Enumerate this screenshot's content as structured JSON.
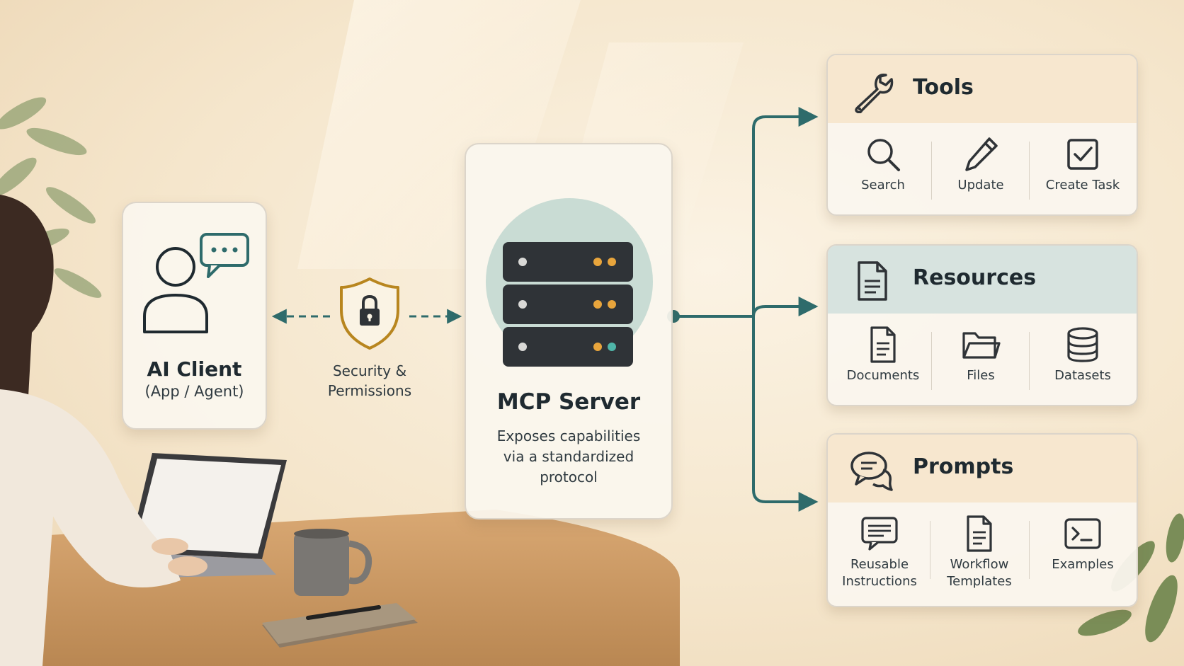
{
  "client": {
    "title": "AI Client",
    "subtitle": "(App / Agent)"
  },
  "security": {
    "line1": "Security &",
    "line2": "Permissions"
  },
  "server": {
    "title": "MCP Server",
    "desc_line1": "Exposes capabilities",
    "desc_line2": "via a standardized",
    "desc_line3": "protocol"
  },
  "tools": {
    "title": "Tools",
    "items": [
      "Search",
      "Update",
      "Create Task"
    ]
  },
  "resources": {
    "title": "Resources",
    "items": [
      "Documents",
      "Files",
      "Datasets"
    ]
  },
  "prompts": {
    "title": "Prompts",
    "items": [
      [
        "Reusable",
        "Instructions"
      ],
      [
        "Workflow",
        "Templates"
      ],
      [
        "Examples"
      ]
    ]
  },
  "colors": {
    "teal": "#2e6b6b",
    "gold": "#b8861f",
    "dark": "#1f2a30",
    "tools_head": "#f7e7cf",
    "resources_head": "#d7e3df",
    "prompts_head": "#f7e7cf"
  },
  "icons": [
    "wrench-icon",
    "search-icon",
    "pencil-icon",
    "checkbox-icon",
    "document-icon",
    "folder-icon",
    "database-icon",
    "chat-icon",
    "message-icon",
    "terminal-icon",
    "shield-lock-icon",
    "user-icon",
    "server-icon"
  ]
}
